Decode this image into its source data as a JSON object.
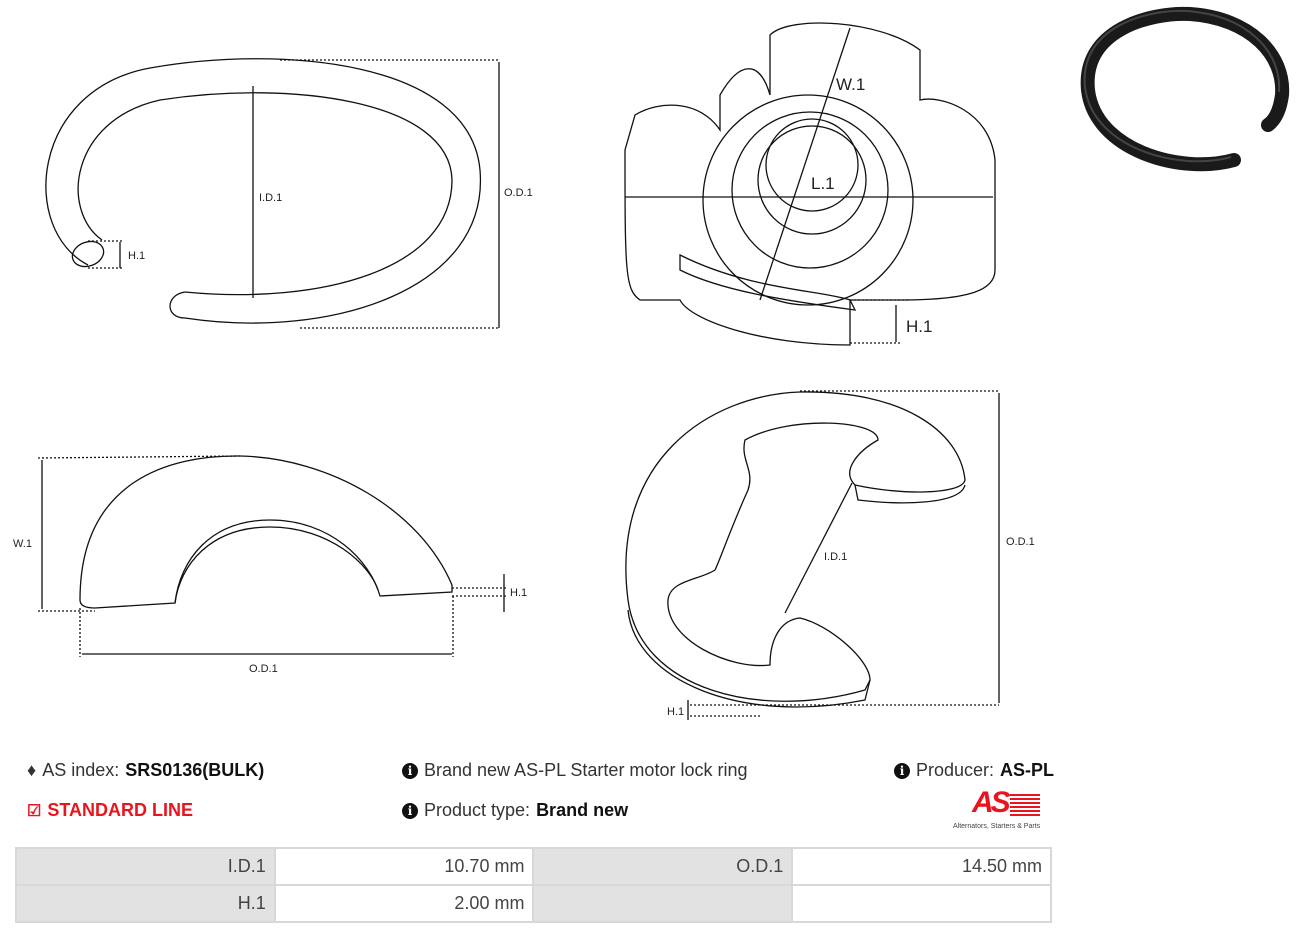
{
  "drawings": {
    "split_ring": {
      "id_label": "I.D.1",
      "od_label": "O.D.1",
      "h_label": "H.1"
    },
    "top_view": {
      "w_label": "W.1",
      "l_label": "L.1",
      "h_label": "H.1"
    },
    "arch_view": {
      "w_label": "W.1",
      "od_label": "O.D.1",
      "h_label": "H.1"
    },
    "c_view": {
      "id_label": "I.D.1",
      "od_label": "O.D.1",
      "h_label": "H.1"
    }
  },
  "info": {
    "as_index_label": "AS index:",
    "as_index_value": "SRS0136(BULK)",
    "description": "Brand new AS-PL Starter motor lock ring",
    "producer_label": "Producer:",
    "producer_value": "AS-PL",
    "line_label": "STANDARD LINE",
    "product_type_label": "Product type:",
    "product_type_value": "Brand new"
  },
  "logo": {
    "text": "AS",
    "tagline": "Alternators, Starters & Parts"
  },
  "specs": [
    {
      "label": "I.D.1",
      "value": "10.70 mm",
      "label2": "O.D.1",
      "value2": "14.50 mm"
    },
    {
      "label": "H.1",
      "value": "2.00 mm",
      "label2": "",
      "value2": ""
    }
  ],
  "colors": {
    "accent": "#e8141e"
  }
}
